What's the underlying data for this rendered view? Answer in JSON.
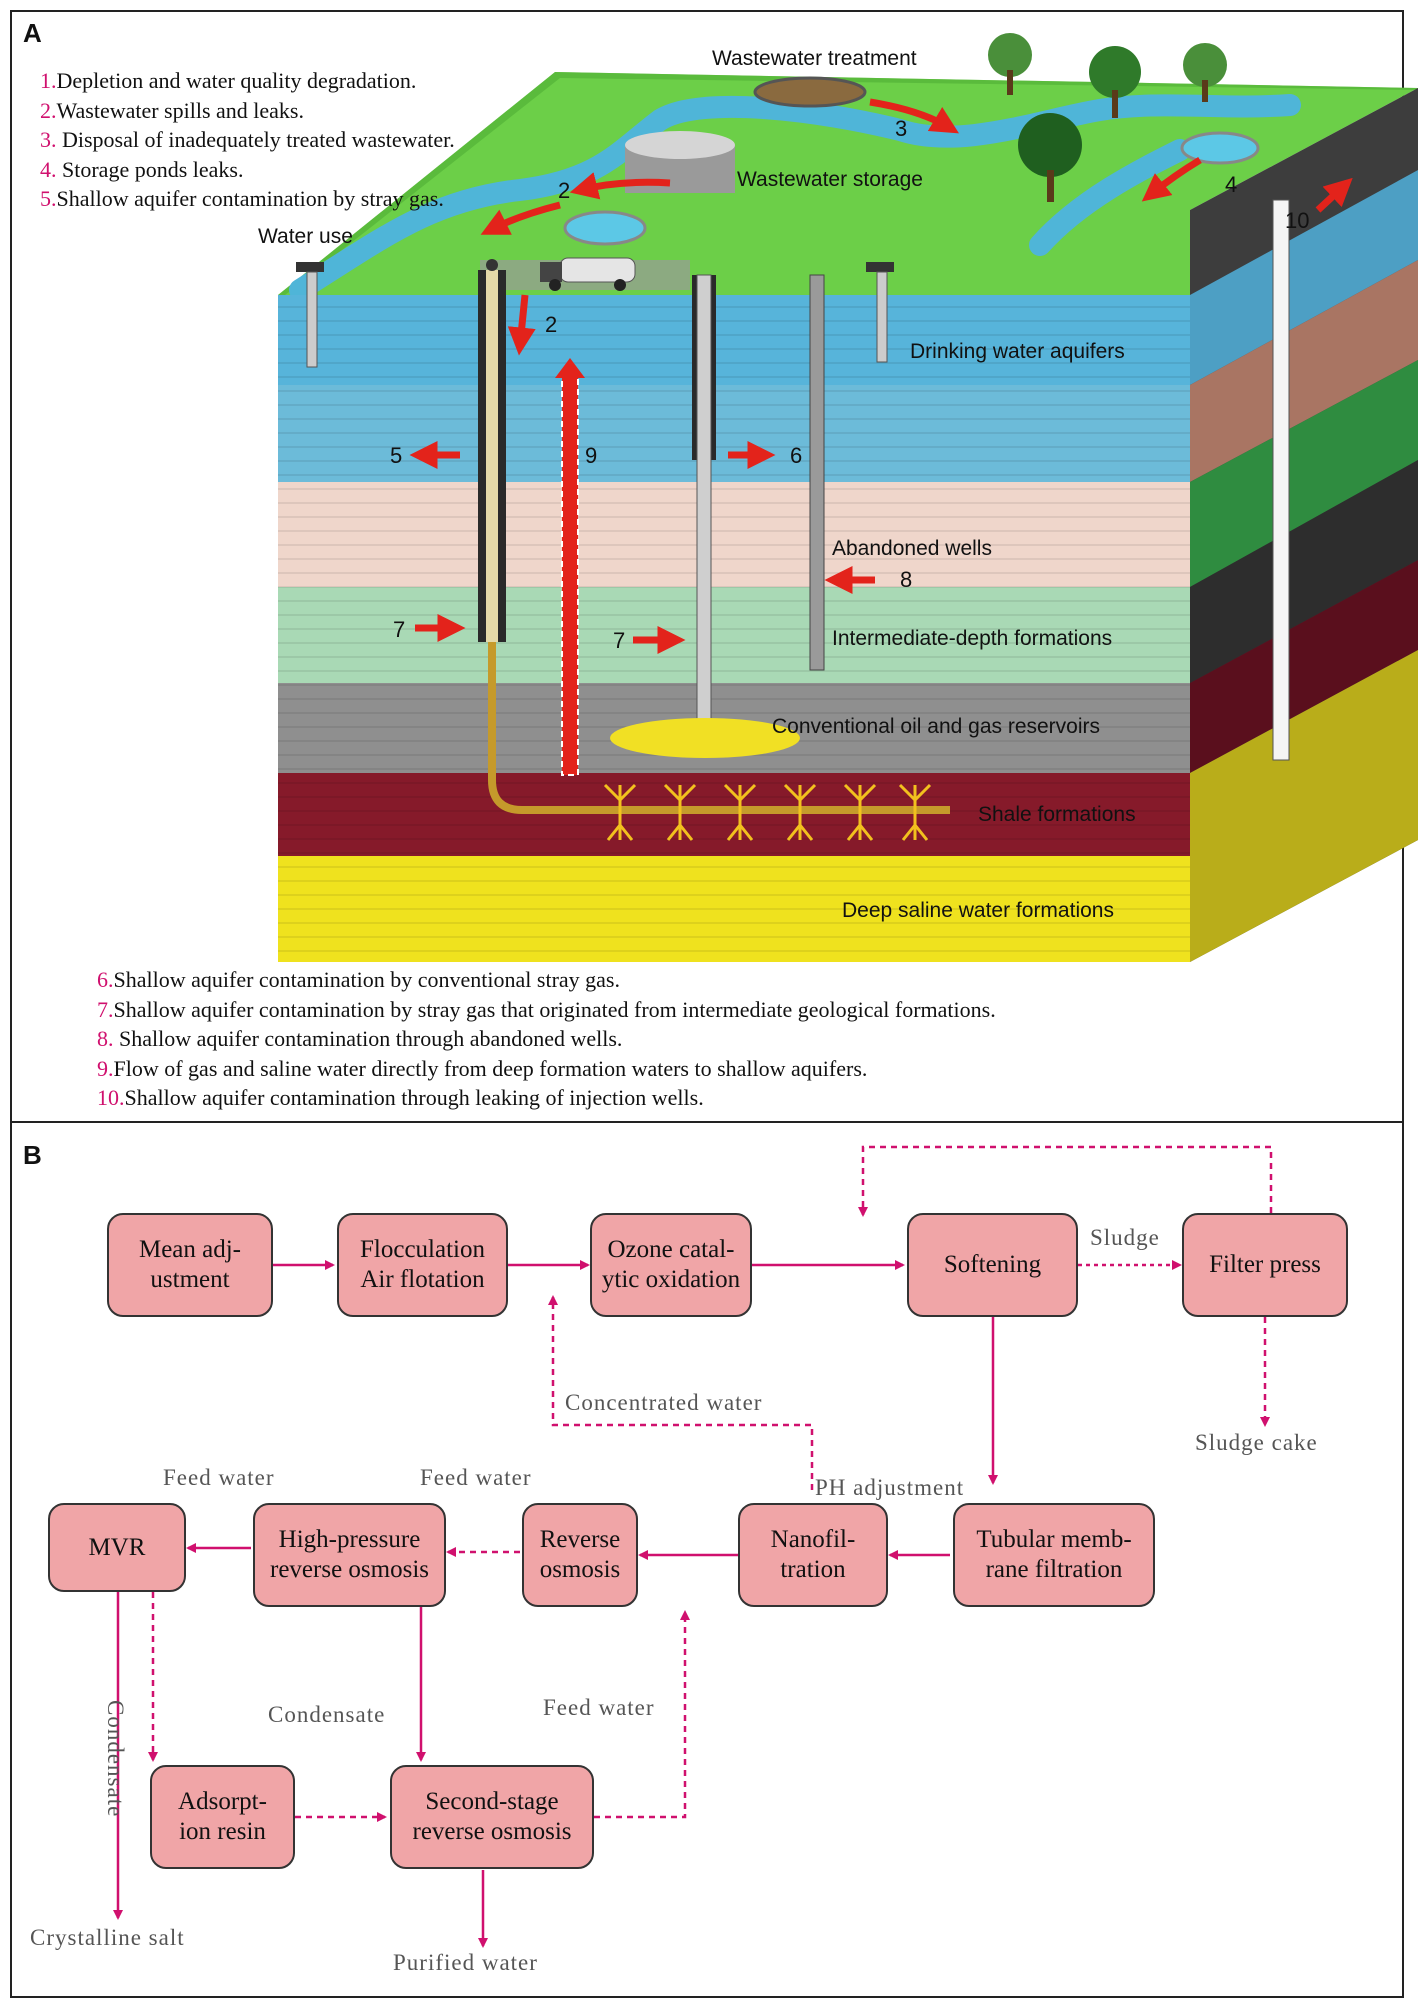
{
  "panel_a": {
    "letter": "A",
    "top_items": [
      {
        "num": "1.",
        "text": "Depletion and water quality degradation."
      },
      {
        "num": "2.",
        "text": "Wastewater spills and leaks."
      },
      {
        "num": "3.",
        "text": " Disposal of inadequately treated wastewater."
      },
      {
        "num": "4.",
        "text": " Storage ponds leaks."
      },
      {
        "num": "5.",
        "text": "Shallow aquifer contamination by stray gas."
      }
    ],
    "bottom_items": [
      {
        "num": "6.",
        "text": "Shallow aquifer contamination by conventional stray gas."
      },
      {
        "num": "7.",
        "text": "Shallow aquifer contamination by  stray gas that originated from intermediate geological formations."
      },
      {
        "num": "8.",
        "text": " Shallow aquifer contamination through abandoned wells."
      },
      {
        "num": "9.",
        "text": "Flow of gas and saline water directly from deep formation waters to shallow aquifers."
      },
      {
        "num": "10.",
        "text": "Shallow aquifer contamination through leaking of injection wells."
      }
    ],
    "surface_labels": {
      "wastewater_treatment": "Wastewater treatment",
      "wastewater_storage": "Wastewater storage",
      "water_use": "Water use"
    },
    "layers": {
      "drinking": "Drinking water aquifers",
      "abandoned": "Abandoned wells",
      "intermediate": "Intermediate-depth formations",
      "conventional": "Conventional oil and gas reservoirs",
      "shale": "Shale formations",
      "saline": "Deep saline water formations"
    },
    "arrow_numbers": {
      "a2_top": "2",
      "a3": "3",
      "a4": "4",
      "a10": "10",
      "a2_well": "2",
      "a5": "5",
      "a9": "9",
      "a6": "6",
      "a8": "8",
      "a7_left": "7",
      "a7_right": "7"
    }
  },
  "panel_b": {
    "letter": "B",
    "boxes": {
      "mean": "Mean adj-\nustment",
      "floc": "Flocculation\nAir flotation",
      "ozone": "Ozone catal-\nytic oxidation",
      "soft": "Softening",
      "filter": "Filter press",
      "tubular": "Tubular memb-\nrane filtration",
      "nano": "Nanofil-\ntration",
      "ro": "Reverse\nosmosis",
      "hpro": "High-pressure\nreverse osmosis",
      "mvr": "MVR",
      "resin": "Adsorpt-\nion resin",
      "ssro": "Second-stage\nreverse osmosis"
    },
    "labels": {
      "sludge": "Sludge",
      "sludge_cake": "Sludge cake",
      "concentrated_water": "Concentrated water",
      "ph_adjustment": "PH adjustment",
      "feed_water_1": "Feed water",
      "feed_water_2": "Feed water",
      "feed_water_3": "Feed water",
      "condensate_vertical": "Condensate",
      "condensate": "Condensate",
      "crystalline_salt": "Crystalline salt",
      "purified_water": "Purified water"
    }
  },
  "colors": {
    "box_fill": "#f0a5a7",
    "arrow": "#d0106e",
    "number_accent": "#d0106e",
    "grass": "#6ccf48",
    "aquifer": "#5ab3d6",
    "pink_layer": "#efd5cb",
    "green_layer": "#a8d8b5",
    "gray_layer": "#8f8f8f",
    "shale": "#8a1a2a",
    "saline": "#f0e31e"
  }
}
